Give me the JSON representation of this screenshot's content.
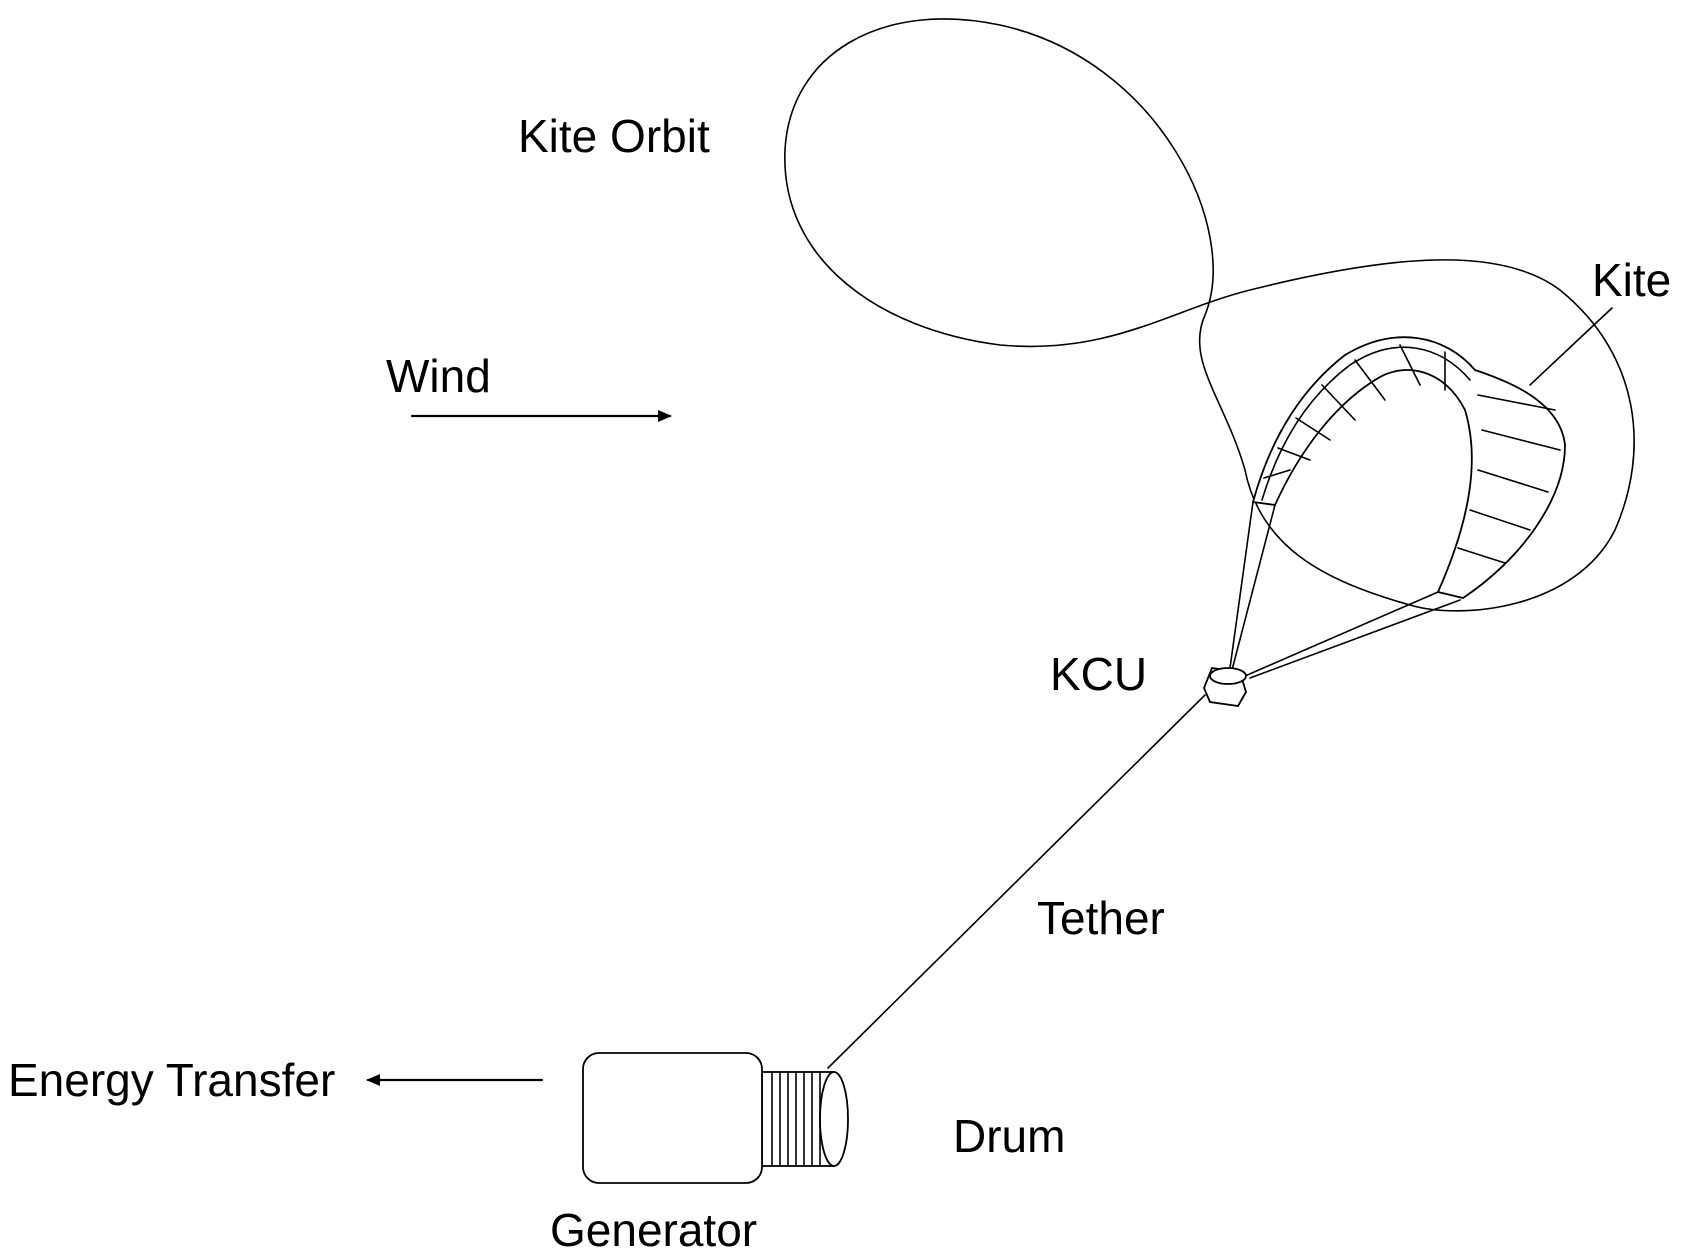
{
  "labels": {
    "kite_orbit": "Kite Orbit",
    "wind": "Wind",
    "kite": "Kite",
    "kcu": "KCU",
    "tether": "Tether",
    "energy_transfer": "Energy Transfer",
    "drum": "Drum",
    "generator": "Generator"
  },
  "colors": {
    "stroke": "#000000",
    "background": "#ffffff"
  }
}
